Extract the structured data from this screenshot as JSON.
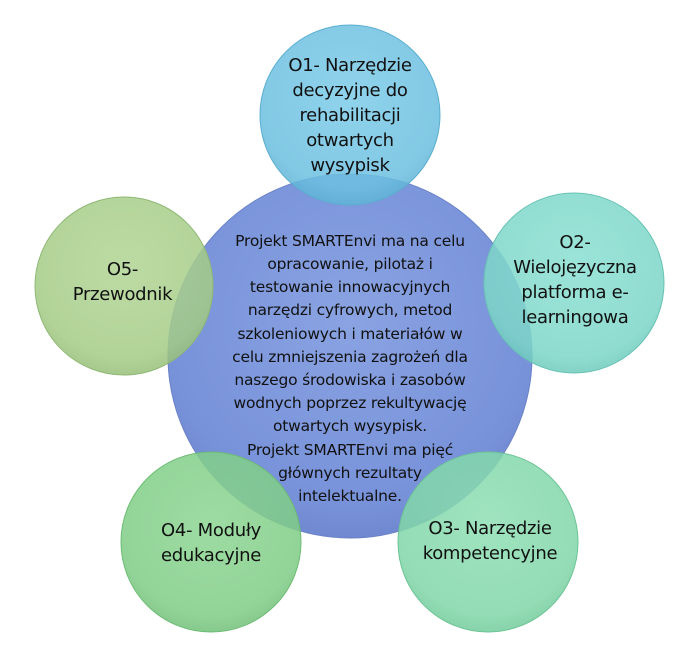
{
  "diagram": {
    "type": "radial-venn",
    "center": {
      "text": "Projekt SMARTEnvi ma na celu\nopracowanie, pilotaż i\ntestowanie innowacyjnych\nnarzędzi cyfrowych, metod\nszkoleniowych i materiałów w\ncelu zmniejszenia zagrożeń dla\nnaszego środowiska i zasobów\nwodnych poprzez rekultywację\notwartych wysypisk.\nProjekt SMARTEnvi ma pięć\ngłównych rezultaty\nintelektualne.",
      "color": "#7b96dc"
    },
    "nodes": [
      {
        "id": "O1",
        "text": "O1- Narzędzie\ndecyzyjne do\nrehabilitacji\notwartych\nwysypisk",
        "color": "#6cbfe0"
      },
      {
        "id": "O2",
        "text": "O2-\nWielojęzyczna\nplatforma e-\nlearningowa",
        "color": "#7dd6c8"
      },
      {
        "id": "O3",
        "text": "O3- Narzędzie\nkompetencyjne",
        "color": "#80d6a8"
      },
      {
        "id": "O4",
        "text": "O4- Moduły\nedukacyjne",
        "color": "#7fcc86"
      },
      {
        "id": "O5",
        "text": "O5-\nPrzewodnik",
        "color": "#a4cb86"
      }
    ]
  }
}
